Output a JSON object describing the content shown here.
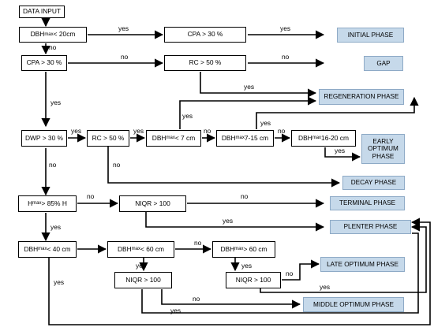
{
  "nodes": {
    "data_input": "DATA INPUT",
    "dbh_lt_20": {
      "pre": "DBH",
      "sub": "max",
      "post": " < 20cm"
    },
    "cpa_gt_30_top": "CPA > 30 %",
    "cpa_gt_30_left": "CPA > 30 %",
    "rc_gt_50_top": "RC > 50 %",
    "dwp_gt_30": "DWP > 30 %",
    "rc_gt_50_mid": "RC > 50 %",
    "dbh_lt_7": {
      "pre": "DBH",
      "sub": "max",
      "post": " < 7 cm"
    },
    "dbh_7_15": {
      "pre": "DBH",
      "sub": "max",
      "post": " 7-15 cm"
    },
    "dbh_16_20": {
      "pre": "DBH",
      "sub": "max",
      "post": " 16-20 cm"
    },
    "h_gt_85": {
      "pre": "H",
      "sub": "max",
      "post": " > 85% H"
    },
    "niqr_terminal": "NIQR > 100",
    "dbh_lt_40": {
      "pre": "DBH",
      "sub": "max",
      "post": " < 40 cm"
    },
    "dbh_lt_60": {
      "pre": "DBH",
      "sub": "max",
      "post": " < 60 cm"
    },
    "dbh_gt_60": {
      "pre": "DBH",
      "sub": "max",
      "post": " > 60 cm"
    },
    "niqr_middle": "NIQR > 100",
    "niqr_late": "NIQR  > 100"
  },
  "phases": {
    "initial": "INITIAL PHASE",
    "gap": "GAP",
    "regeneration": "REGENERATION PHASE",
    "early_optimum": "EARLY OPTIMUM PHASE",
    "decay": "DECAY PHASE",
    "terminal": "TERMINAL PHASE",
    "plenter": "PLENTER PHASE",
    "late_optimum": "LATE OPTIMUM  PHASE",
    "middle_optimum": "MIDDLE OPTIMUM  PHASE"
  },
  "edge_labels": {
    "yes": "yes",
    "no": "no"
  }
}
